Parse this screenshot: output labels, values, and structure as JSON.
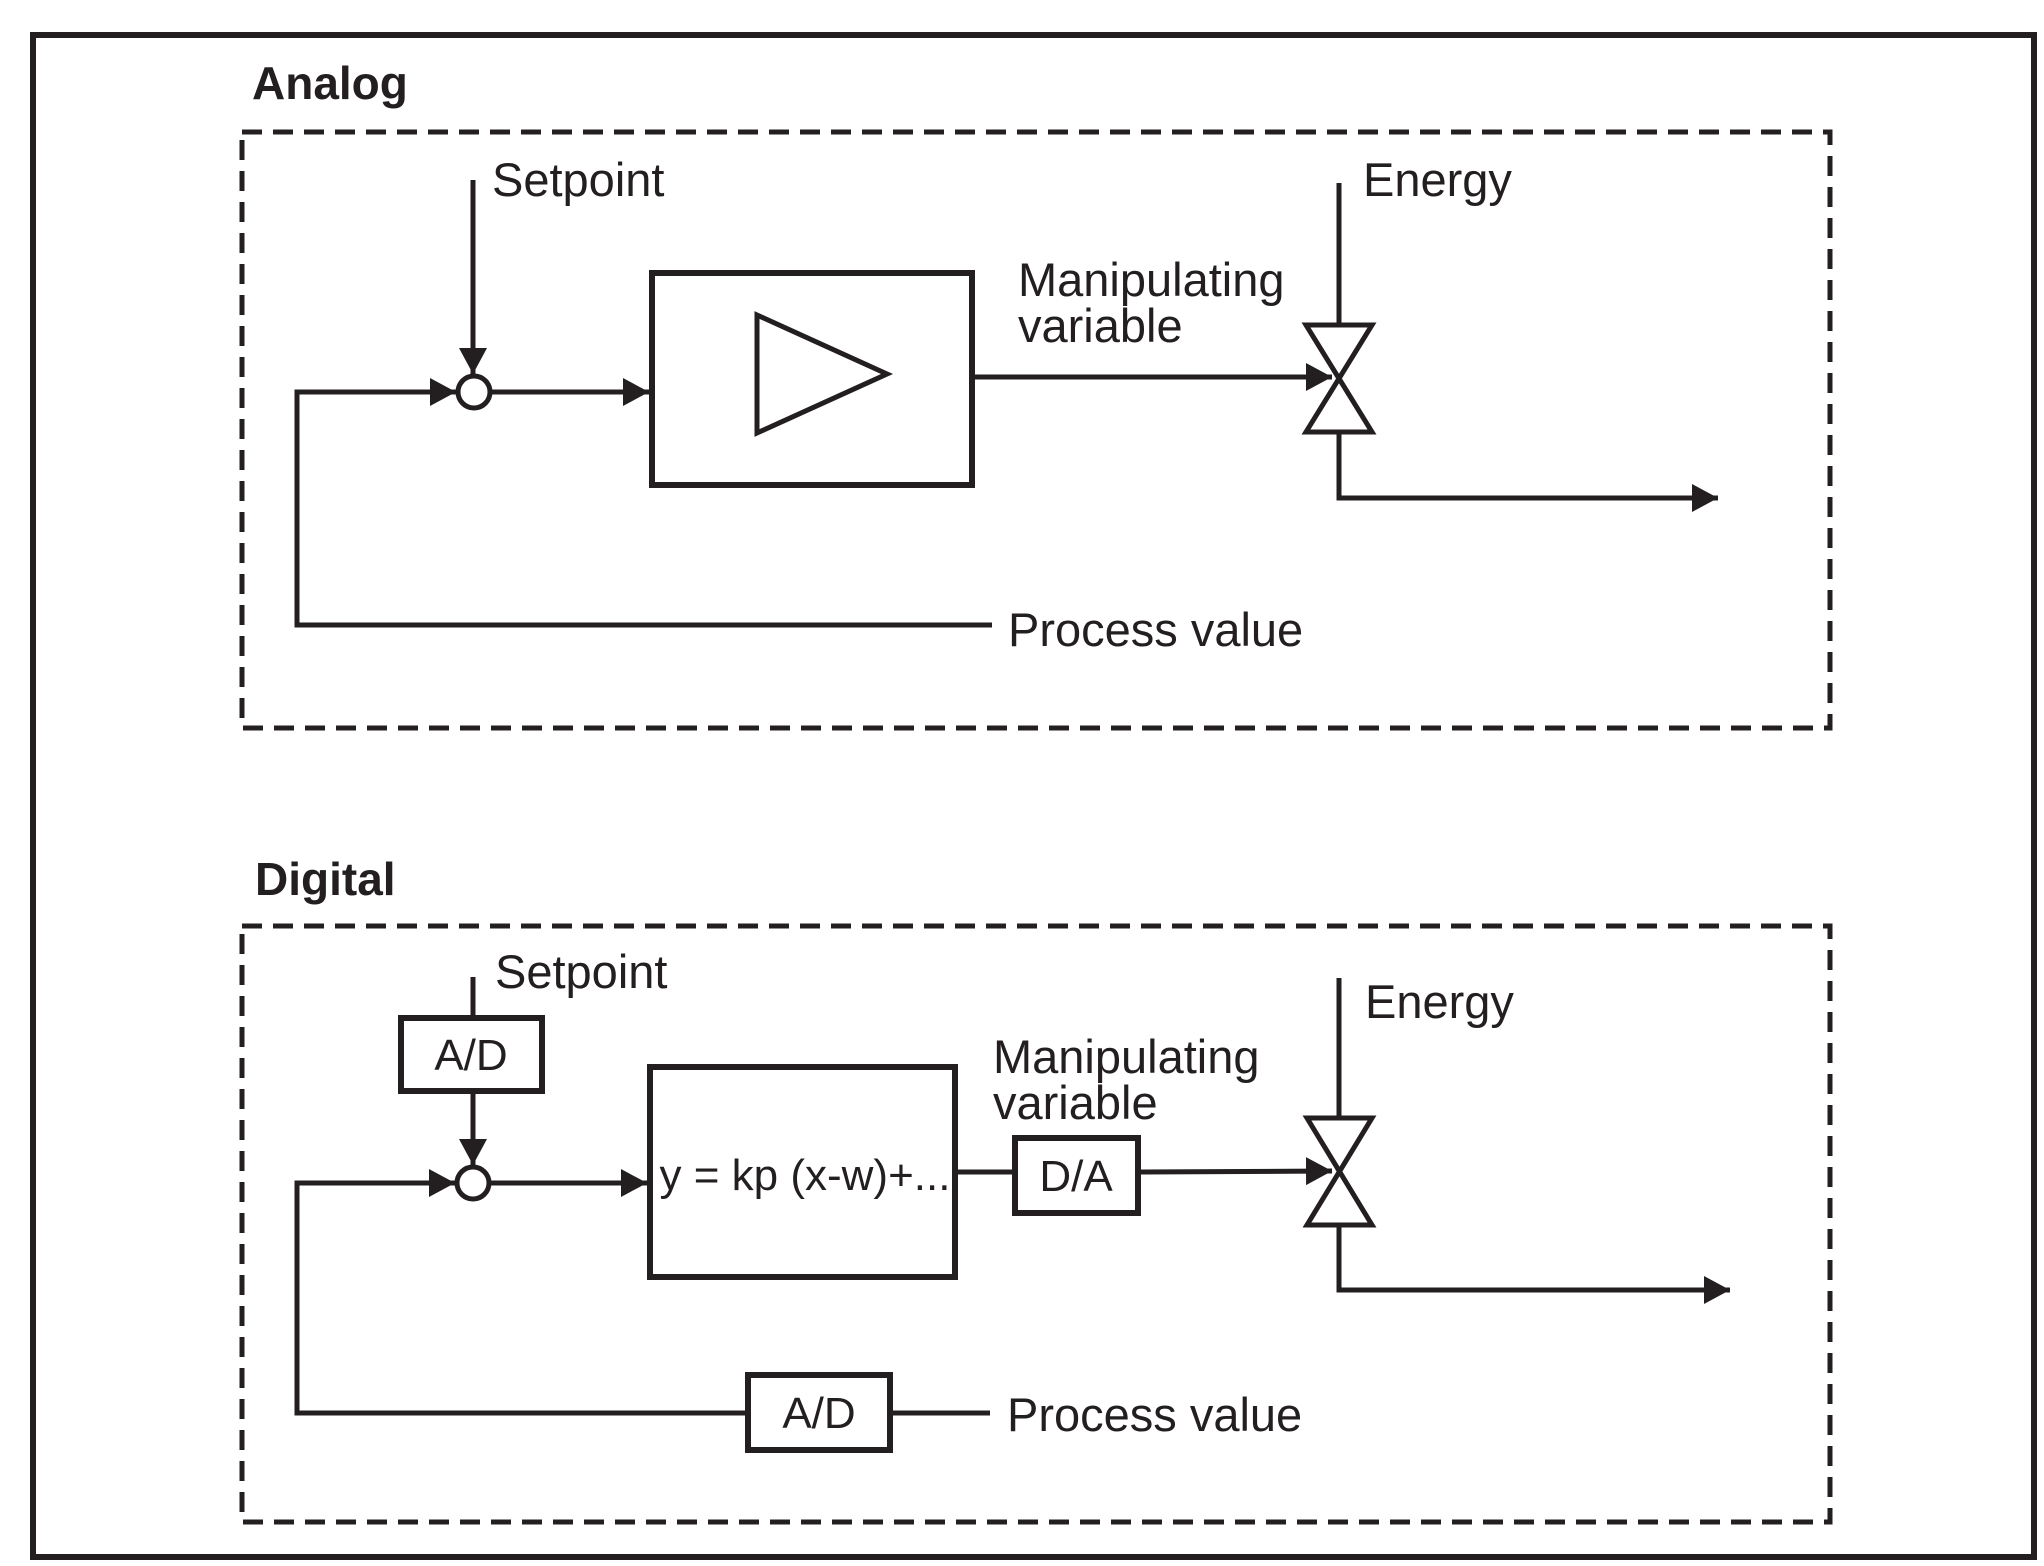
{
  "figure": {
    "description": "Comparison of analog and digital closed control loops"
  },
  "colors": {
    "ink": "#231f20",
    "background": "#ffffff"
  },
  "analog": {
    "title": "Analog",
    "setpoint_label": "Setpoint",
    "energy_label": "Energy",
    "manipulating_line1": "Manipulating",
    "manipulating_line2": "variable",
    "process_value_label": "Process value"
  },
  "digital": {
    "title": "Digital",
    "setpoint_label": "Setpoint",
    "energy_label": "Energy",
    "manipulating_line1": "Manipulating",
    "manipulating_line2": "variable",
    "process_value_label": "Process value",
    "ad_converter_top_label": "A/D",
    "ad_converter_feedback_label": "A/D",
    "da_converter_label": "D/A",
    "controller_formula": "y = kp (x-w)+..."
  }
}
